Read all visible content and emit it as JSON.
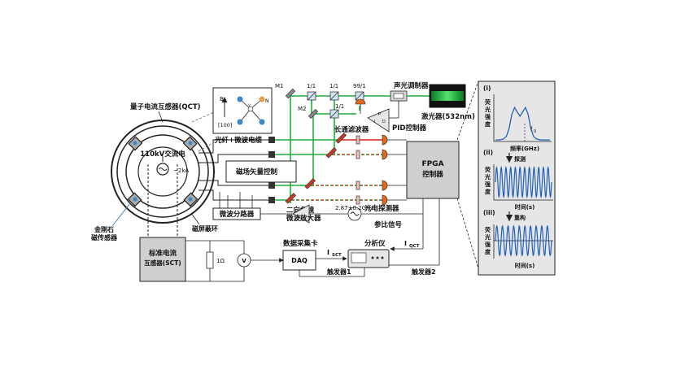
{
  "qct_label": "量子电流互感器(QCT)",
  "ac_label": "110kV交流电",
  "current_label": "~2kA",
  "diamond_sensor_label_1": "金刚石",
  "diamond_sensor_label_2": "磁传感器",
  "shield_ring_label": "磁屏蔽环",
  "fiber_cable_label": "光纤+微波电缆",
  "field_vector_label": "磁场矢量控制",
  "mw_splitter_label": "微波分路器",
  "inset": {
    "axis_b": "B",
    "axis_100": "[100]",
    "n_label": "N",
    "v_label": "V",
    "c_label": "C"
  },
  "m1_label": "M1",
  "m2_label": "M2",
  "split_labels": [
    "1/1",
    "1/1",
    "99/1",
    "1/1"
  ],
  "aom_label": "声光调制器",
  "laser_label": "激光器(532nm)",
  "pid_label": "PID控制器",
  "pid_p": "P",
  "pid_i": "I",
  "pid_d": "D",
  "longpass_label": "长通滤波器",
  "fpga_label_1": "FPGA",
  "fpga_label_2": "控制器",
  "dichroic_label": "二向色镜",
  "mw_amp_label": "微波放大器",
  "photodetector_label": "光电探测器",
  "freq_label": "2.87±0.2GHz",
  "ref_signal_label": "参比信号",
  "daq_title": "数据采集卡",
  "daq_box": "DAQ",
  "analyzer_label": "分析仪",
  "i_sct_main": "I",
  "i_sct_sub": "SCT",
  "i_qct_main": "I",
  "i_qct_sub": "QCT",
  "trigger1": "触发器1",
  "trigger2": "触发器2",
  "sct_label_1": "标准电流",
  "sct_label_2": "互感器(SCT)",
  "resistor_label": "1Ω",
  "voltmeter_label": "V",
  "panel_i": "(i)",
  "panel_ii": "(ii)",
  "panel_iii": "(iii)",
  "fluor_label": [
    "荧",
    "光",
    "强",
    "度"
  ],
  "xlabel_i": "频率(GHz)",
  "xlabel_ii": "时间(s)",
  "xlabel_iii": "时间(s)",
  "f0_label": "f",
  "f0_sub": "0",
  "detect_label": "探测",
  "reconstruct_label": "重构",
  "colors": {
    "laser_green": "#1fae3c",
    "red_beam": "#d9241b",
    "trace_blue": "#2060b8",
    "panel_gray": "#e6e6e6",
    "box_gray": "#cfcfcf"
  },
  "chart_data": [
    {
      "type": "line",
      "panel": "(i)",
      "xlabel": "频率(GHz)",
      "ylabel": "荧光强度",
      "annotation": "f0",
      "x": [
        0,
        1,
        2,
        3,
        4,
        5,
        6,
        7,
        8,
        9,
        10,
        11,
        12,
        13,
        14,
        15,
        16,
        17,
        18,
        19,
        20
      ],
      "y": [
        0.02,
        0.02,
        0.03,
        0.05,
        0.12,
        0.35,
        0.75,
        0.95,
        0.82,
        0.7,
        0.82,
        0.95,
        0.75,
        0.35,
        0.12,
        0.05,
        0.03,
        0.02,
        0.02,
        0.02,
        0.02
      ]
    },
    {
      "type": "line",
      "panel": "(ii)",
      "xlabel": "时间(s)",
      "ylabel": "荧光强度",
      "description_cycles": 12
    },
    {
      "type": "line",
      "panel": "(iii)",
      "xlabel": "时间(s)",
      "ylabel": "荧光强度",
      "description_cycles": 10
    }
  ]
}
